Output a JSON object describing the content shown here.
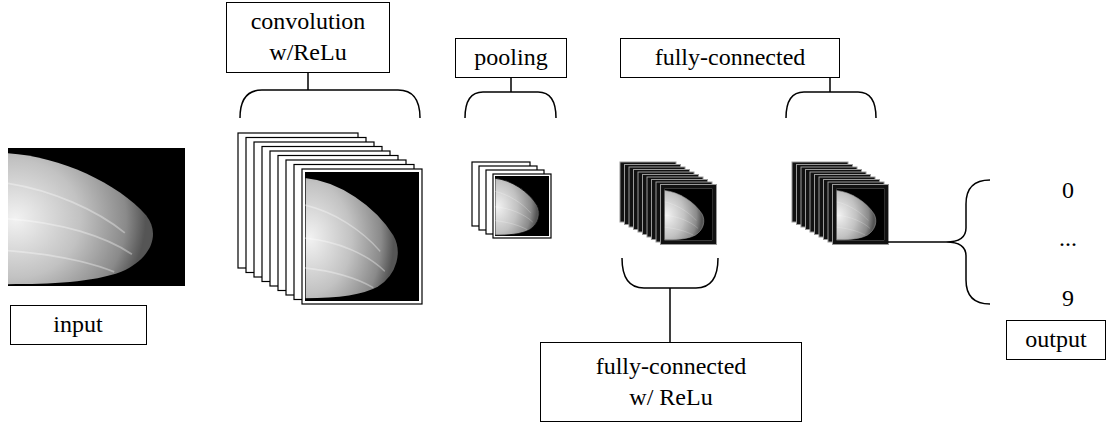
{
  "diagram": {
    "nodes": [
      {
        "text": [
          "convolution w/ReLu"
        ]
      },
      {
        "text": [
          "pooling"
        ]
      },
      {
        "text": [
          "fully-connected"
        ]
      },
      {
        "text": [
          "input"
        ]
      },
      {
        "text": [
          "fully-connected w/ ReLu"
        ]
      },
      {
        "text": [
          "output"
        ]
      }
    ],
    "labels": [
      "0",
      "...",
      "9"
    ]
  }
}
